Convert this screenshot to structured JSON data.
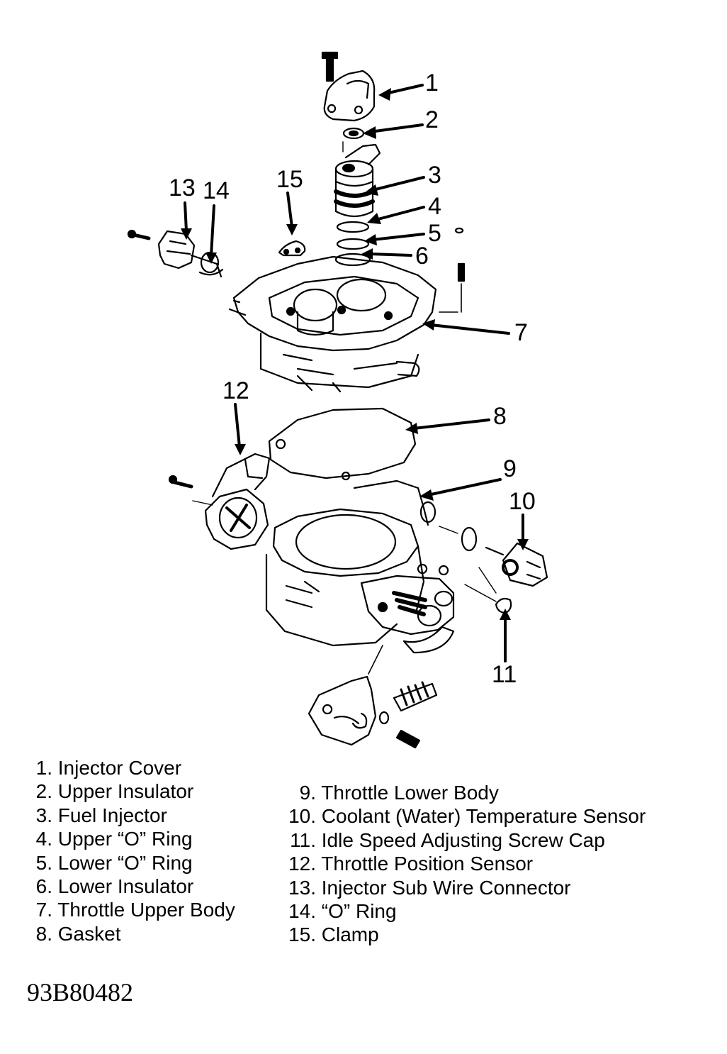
{
  "callouts": {
    "c1": "1",
    "c2": "2",
    "c3": "3",
    "c4": "4",
    "c5": "5",
    "c6": "6",
    "c7": "7",
    "c8": "8",
    "c9": "9",
    "c10": "10",
    "c11": "11",
    "c12": "12",
    "c13": "13",
    "c14": "14",
    "c15": "15"
  },
  "legend_left": [
    {
      "num": "1.",
      "label": "Injector Cover"
    },
    {
      "num": "2.",
      "label": "Upper Insulator"
    },
    {
      "num": "3.",
      "label": "Fuel Injector"
    },
    {
      "num": "4.",
      "label": "Upper “O” Ring"
    },
    {
      "num": "5.",
      "label": "Lower “O” Ring"
    },
    {
      "num": "6.",
      "label": "Lower Insulator"
    },
    {
      "num": "7.",
      "label": "Throttle Upper Body"
    },
    {
      "num": "8.",
      "label": "Gasket"
    }
  ],
  "legend_right": [
    {
      "num": "9.",
      "label": "Throttle Lower Body"
    },
    {
      "num": "10.",
      "label": "Coolant (Water) Temperature Sensor"
    },
    {
      "num": "11.",
      "label": "Idle Speed Adjusting Screw Cap"
    },
    {
      "num": "12.",
      "label": "Throttle Position Sensor"
    },
    {
      "num": "13.",
      "label": "Injector Sub Wire Connector"
    },
    {
      "num": "14.",
      "label": "“O” Ring"
    },
    {
      "num": "15.",
      "label": "Clamp"
    }
  ],
  "figure_code": "93B80482"
}
